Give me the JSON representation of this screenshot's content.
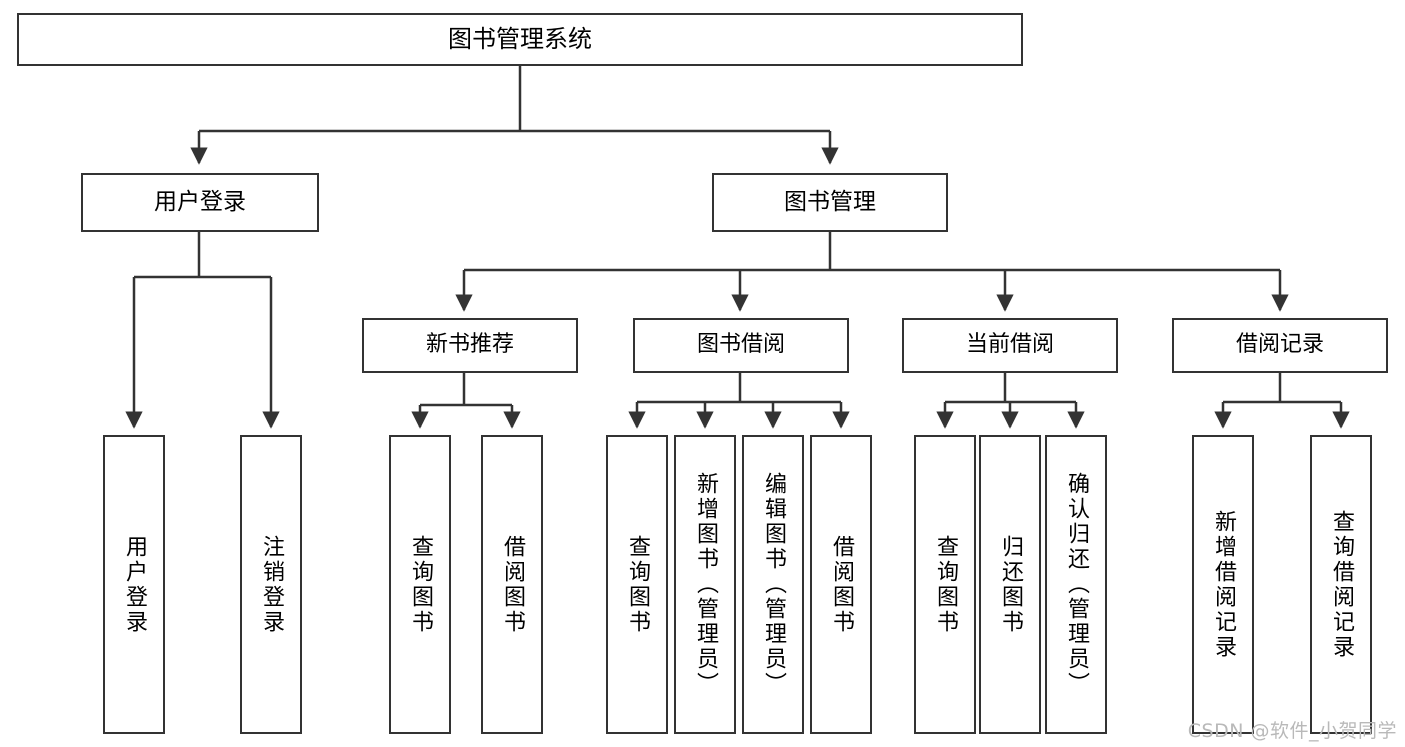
{
  "diagram": {
    "type": "tree-hierarchy",
    "root": {
      "id": "root",
      "label": "图书管理系统"
    },
    "level1": [
      {
        "id": "user-login",
        "label": "用户登录"
      },
      {
        "id": "book-management",
        "label": "图书管理"
      }
    ],
    "level2": [
      {
        "id": "new-book-recommend",
        "label": "新书推荐",
        "parent": "book-management"
      },
      {
        "id": "book-borrow",
        "label": "图书借阅",
        "parent": "book-management"
      },
      {
        "id": "current-borrow",
        "label": "当前借阅",
        "parent": "book-management"
      },
      {
        "id": "borrow-record",
        "label": "借阅记录",
        "parent": "book-management"
      }
    ],
    "leaves": [
      {
        "id": "leaf-user-login",
        "label": "用户登录",
        "parent": "user-login"
      },
      {
        "id": "leaf-logout-login",
        "label": "注销登录",
        "parent": "user-login"
      },
      {
        "id": "leaf-query-book-1",
        "label": "查询图书",
        "parent": "new-book-recommend"
      },
      {
        "id": "leaf-borrow-book-1",
        "label": "借阅图书",
        "parent": "new-book-recommend"
      },
      {
        "id": "leaf-query-book-2",
        "label": "查询图书",
        "parent": "book-borrow"
      },
      {
        "id": "leaf-add-book",
        "label": "新增图书（管理员）",
        "parent": "book-borrow"
      },
      {
        "id": "leaf-edit-book",
        "label": "编辑图书（管理员）",
        "parent": "book-borrow"
      },
      {
        "id": "leaf-borrow-book-2",
        "label": "借阅图书",
        "parent": "book-borrow"
      },
      {
        "id": "leaf-query-book-3",
        "label": "查询图书",
        "parent": "current-borrow"
      },
      {
        "id": "leaf-return-book",
        "label": "归还图书",
        "parent": "current-borrow"
      },
      {
        "id": "leaf-confirm-return",
        "label": "确认归还（管理员）",
        "parent": "current-borrow"
      },
      {
        "id": "leaf-add-borrow-record",
        "label": "新增借阅记录",
        "parent": "borrow-record"
      },
      {
        "id": "leaf-query-borrow-record",
        "label": "查询借阅记录",
        "parent": "borrow-record"
      }
    ]
  },
  "watermark": {
    "text": "CSDN @软件_小贺同学"
  },
  "colors": {
    "border": "#333333",
    "background": "#ffffff",
    "text": "#000000",
    "watermark": "#b9b9b9"
  }
}
